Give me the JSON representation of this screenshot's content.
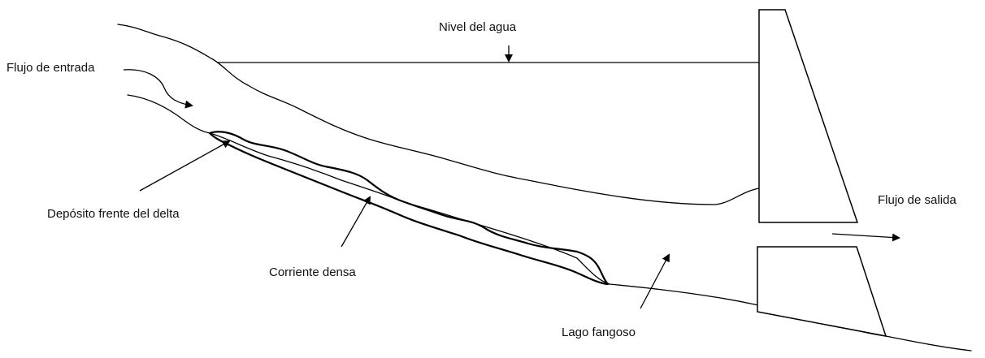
{
  "labels": {
    "water_level": "Nivel del agua",
    "inflow": "Flujo de entrada",
    "outflow": "Flujo de salida",
    "delta_deposit": "Depósito frente del delta",
    "density_current": "Corriente densa",
    "muddy_lake": "Lago fangoso"
  }
}
